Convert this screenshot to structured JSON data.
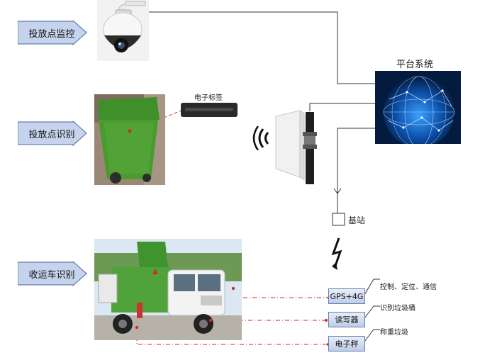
{
  "labels": {
    "monitor": "投放点监控",
    "recognize_point": "投放点识别",
    "vehicle": "收运车识别"
  },
  "platform": {
    "title": "平台系统"
  },
  "tag": {
    "label": "电子标签"
  },
  "base_station": {
    "label": "基站"
  },
  "devices": {
    "gps": {
      "label": "GPS+4G",
      "desc": "控制、定位、通信"
    },
    "reader": {
      "label": "读写器",
      "desc": "识别垃圾桶"
    },
    "scale": {
      "label": "电子秤",
      "desc": "称重垃圾"
    }
  },
  "colors": {
    "label_fill": "#c6d3ec",
    "label_border": "#4a6aa5",
    "wire": "#222222",
    "dash": "#d8262a"
  }
}
